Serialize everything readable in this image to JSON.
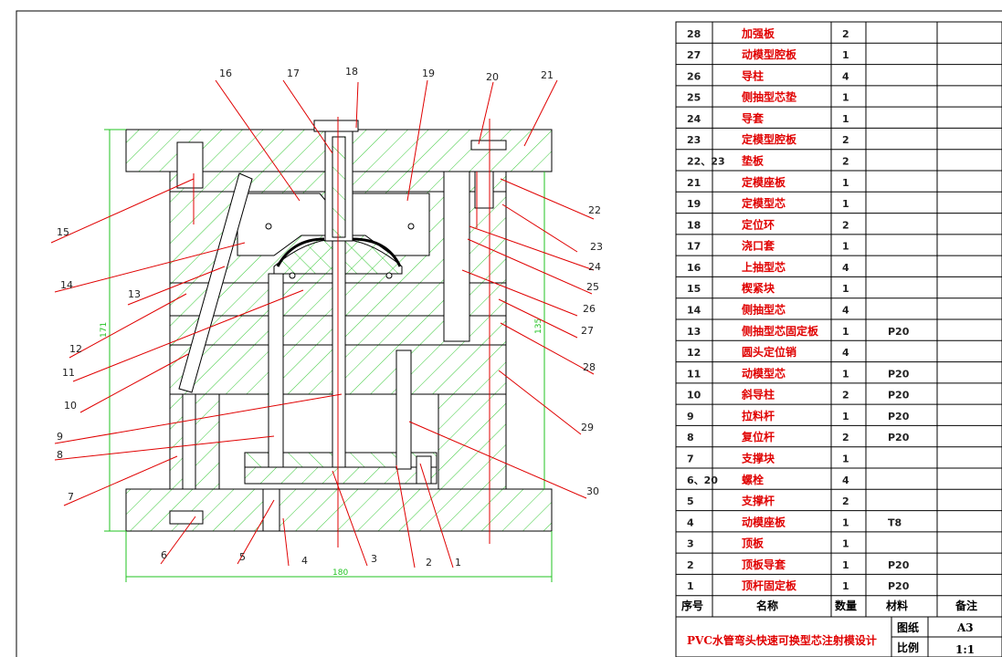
{
  "drawing_title": "PVC水管弯头快速可换型芯注射模设计",
  "title_block": {
    "sheet_label": "图纸",
    "sheet_value": "A3",
    "scale_label": "比例",
    "scale_value": "1:1"
  },
  "dimensions": {
    "width": "180",
    "height": "171",
    "right": "135"
  },
  "callouts_left": [
    "15",
    "14",
    "13",
    "12",
    "11",
    "10",
    "9",
    "8",
    "7",
    "6",
    "5",
    "4",
    "3",
    "2",
    "1"
  ],
  "callouts_top": [
    "16",
    "17",
    "18",
    "19",
    "20",
    "21"
  ],
  "callouts_right": [
    "22",
    "23",
    "24",
    "25",
    "26",
    "27",
    "28",
    "29",
    "30"
  ],
  "bom_header": {
    "no": "序号",
    "name": "名称",
    "qty": "数量",
    "material": "材料",
    "note": "备注"
  },
  "bom_rows": [
    {
      "no": "28",
      "name": "加强板",
      "qty": "2",
      "material": ""
    },
    {
      "no": "27",
      "name": "动模型腔板",
      "qty": "1",
      "material": ""
    },
    {
      "no": "26",
      "name": "导柱",
      "qty": "4",
      "material": ""
    },
    {
      "no": "25",
      "name": "侧抽型芯垫",
      "qty": "1",
      "material": ""
    },
    {
      "no": "24",
      "name": "导套",
      "qty": "1",
      "material": ""
    },
    {
      "no": "23",
      "name": "定模型腔板",
      "qty": "2",
      "material": ""
    },
    {
      "no": "22、23",
      "name": "垫板",
      "qty": "2",
      "material": ""
    },
    {
      "no": "21",
      "name": "定模座板",
      "qty": "1",
      "material": ""
    },
    {
      "no": "19",
      "name": "定模型芯",
      "qty": "1",
      "material": ""
    },
    {
      "no": "18",
      "name": "定位环",
      "qty": "2",
      "material": ""
    },
    {
      "no": "17",
      "name": "浇口套",
      "qty": "1",
      "material": ""
    },
    {
      "no": "16",
      "name": "上抽型芯",
      "qty": "4",
      "material": ""
    },
    {
      "no": "15",
      "name": "楔紧块",
      "qty": "1",
      "material": ""
    },
    {
      "no": "14",
      "name": "侧抽型芯",
      "qty": "4",
      "material": ""
    },
    {
      "no": "13",
      "name": "侧抽型芯固定板",
      "qty": "1",
      "material": "P20"
    },
    {
      "no": "12",
      "name": "圆头定位销",
      "qty": "4",
      "material": ""
    },
    {
      "no": "11",
      "name": "动模型芯",
      "qty": "1",
      "material": "P20"
    },
    {
      "no": "10",
      "name": "斜导柱",
      "qty": "2",
      "material": "P20"
    },
    {
      "no": "9",
      "name": "拉料杆",
      "qty": "1",
      "material": "P20"
    },
    {
      "no": "8",
      "name": "复位杆",
      "qty": "2",
      "material": "P20"
    },
    {
      "no": "7",
      "name": "支撑块",
      "qty": "1",
      "material": ""
    },
    {
      "no": "6、20",
      "name": "螺栓",
      "qty": "4",
      "material": ""
    },
    {
      "no": "5",
      "name": "支撑杆",
      "qty": "2",
      "material": ""
    },
    {
      "no": "4",
      "name": "动模座板",
      "qty": "1",
      "material": "T8"
    },
    {
      "no": "3",
      "name": "顶板",
      "qty": "1",
      "material": ""
    },
    {
      "no": "2",
      "name": "顶板导套",
      "qty": "1",
      "material": "P20"
    },
    {
      "no": "1",
      "name": "顶杆固定板",
      "qty": "1",
      "material": "P20"
    }
  ]
}
